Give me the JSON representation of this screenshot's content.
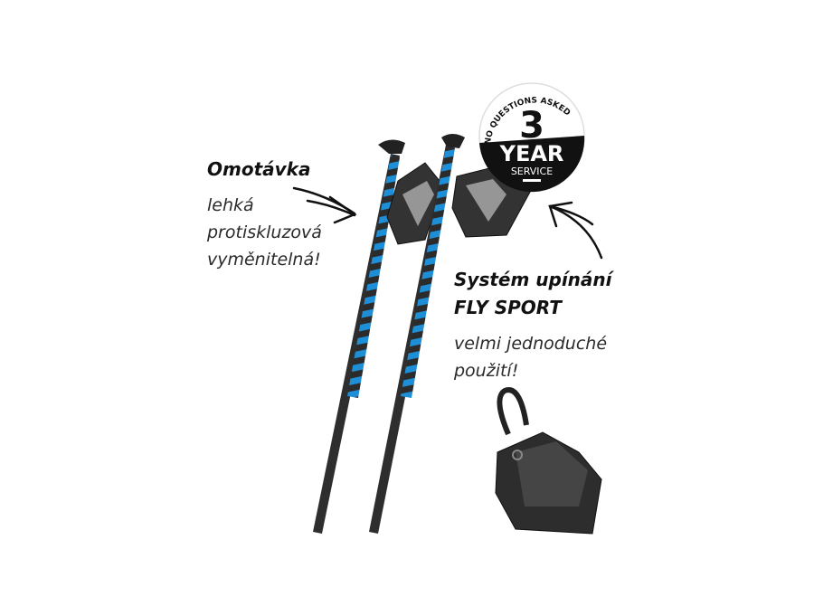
{
  "left_callout": {
    "title": "Omotávka",
    "lines": [
      "lehká",
      "protiskluzová",
      "vyměnitelná!"
    ]
  },
  "right_callout": {
    "title_line1": "Systém upínání",
    "title_line2": "FLY SPORT",
    "lines": [
      "velmi jednoduché",
      "použití!"
    ]
  },
  "badge": {
    "arc_text": "NO QUESTIONS ASKED",
    "number": "3",
    "word": "YEAR",
    "sub": "SERVICE"
  },
  "colors": {
    "tape_blue": "#1e8fd6",
    "pole_dark": "#2b2b2b"
  }
}
